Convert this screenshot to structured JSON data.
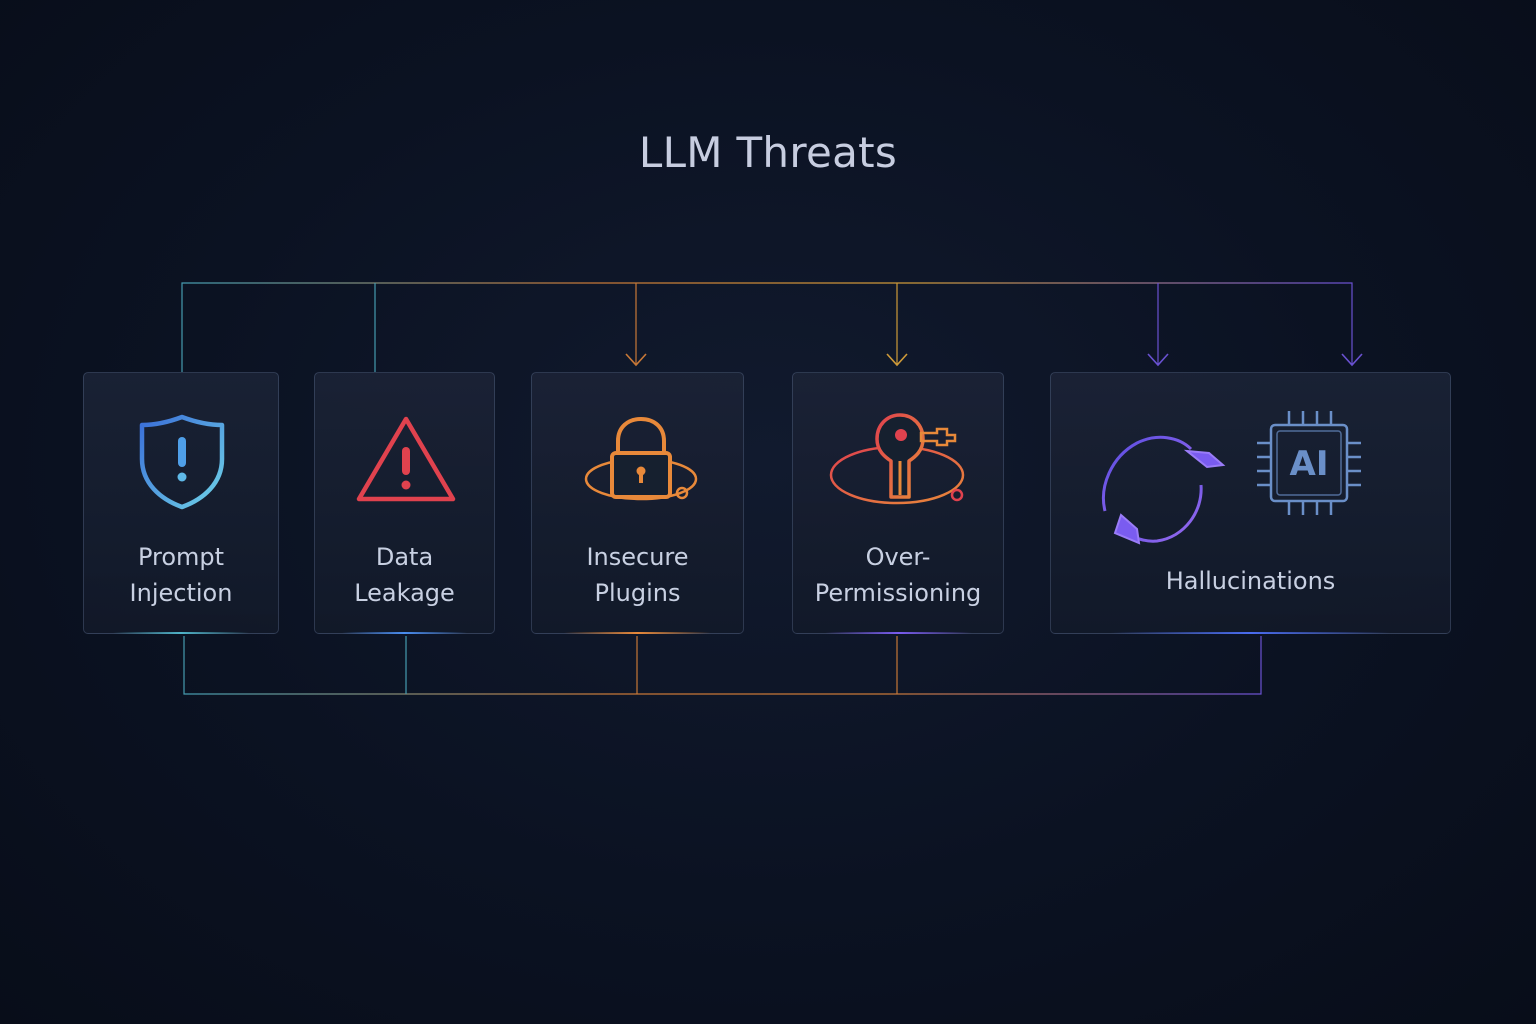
{
  "title": "LLM Threats",
  "colors": {
    "teal": "#4fb3c8",
    "blue": "#4a8df0",
    "red": "#e0424e",
    "orange": "#e8893a",
    "amber": "#f0b23c",
    "purple": "#7a5cf0",
    "steel": "#6a8fc8"
  },
  "cards": [
    {
      "lines": [
        "Prompt",
        "Injection"
      ],
      "icon": "shield-warning-icon"
    },
    {
      "lines": [
        "Data",
        "Leakage"
      ],
      "icon": "warning-triangle-icon"
    },
    {
      "lines": [
        "Insecure",
        "Plugins"
      ],
      "icon": "padlock-plugin-icon"
    },
    {
      "lines": [
        "Over-",
        "Permissioning"
      ],
      "icon": "key-access-icon"
    },
    {
      "lines": [
        "Hallucinations"
      ],
      "icon": "cycle-ai-chip-icon",
      "chip_text": "AI"
    }
  ]
}
